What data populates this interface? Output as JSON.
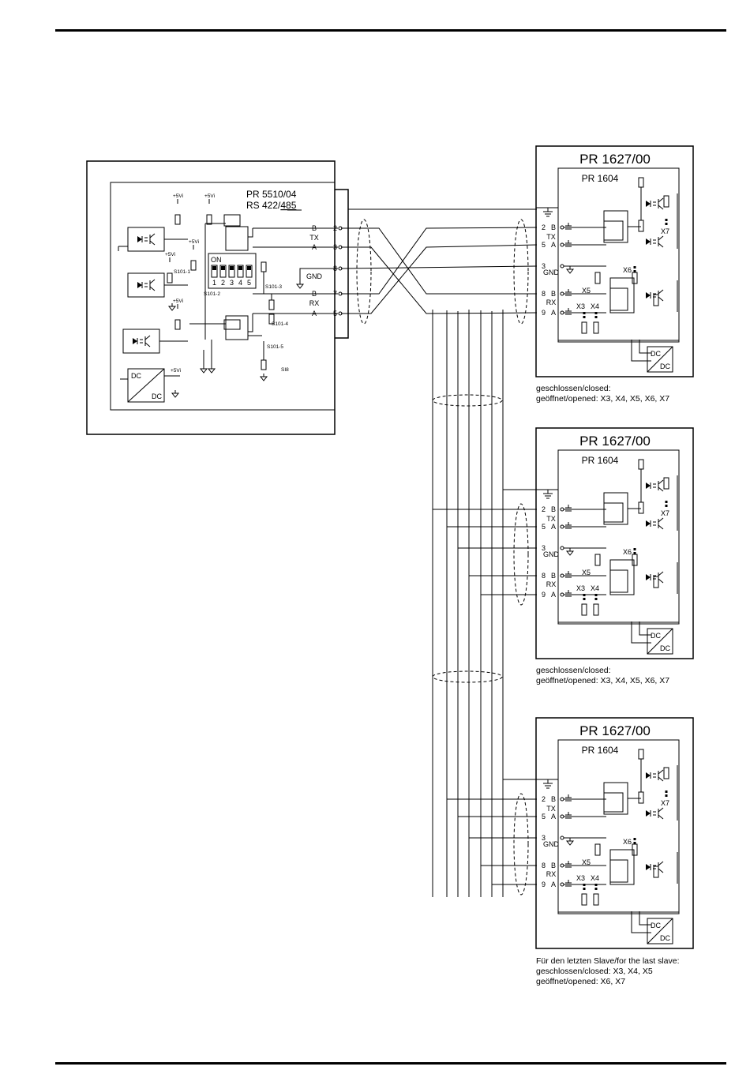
{
  "master": {
    "title": "PR 5510/04",
    "subtitle_prefix": "RS 422/",
    "subtitle_underlined": "485",
    "pins": [
      {
        "num": "2",
        "label": "B"
      },
      {
        "num": "",
        "label": "TX"
      },
      {
        "num": "3",
        "label": "A"
      },
      {
        "num": "8",
        "label": ""
      },
      {
        "num": "",
        "label": "GND"
      },
      {
        "num": "7",
        "label": "B"
      },
      {
        "num": "",
        "label": "RX"
      },
      {
        "num": "5",
        "label": "A"
      }
    ],
    "supply_label": "+5Vi",
    "dip_on": "ON",
    "dip_numbers": [
      "1",
      "2",
      "3",
      "4",
      "5"
    ],
    "switch_labels": [
      "S101-1",
      "S101-2",
      "S101-3",
      "S101-4",
      "S101-5"
    ],
    "s_label": "SI8",
    "dcdc_top": "DC",
    "dcdc_bottom": "DC"
  },
  "slaves": [
    {
      "title": "PR 1627/00",
      "subtitle": "PR 1604",
      "pins": [
        {
          "num": "2",
          "label": "B"
        },
        {
          "num": "",
          "label": "TX"
        },
        {
          "num": "5",
          "label": "A"
        },
        {
          "num": "3",
          "label": ""
        },
        {
          "num": "",
          "label": "GND"
        },
        {
          "num": "8",
          "label": "B"
        },
        {
          "num": "",
          "label": "RX"
        },
        {
          "num": "9",
          "label": "A"
        }
      ],
      "jumpers": [
        "X3",
        "X4",
        "X5",
        "X6",
        "X7"
      ],
      "dcdc_top": "DC",
      "dcdc_bottom": "DC",
      "note_lines": [
        "geschlossen/closed:",
        "geöffnet/opened: X3, X4, X5, X6, X7"
      ]
    },
    {
      "title": "PR 1627/00",
      "subtitle": "PR 1604",
      "pins": [
        {
          "num": "2",
          "label": "B"
        },
        {
          "num": "",
          "label": "TX"
        },
        {
          "num": "5",
          "label": "A"
        },
        {
          "num": "3",
          "label": ""
        },
        {
          "num": "",
          "label": "GND"
        },
        {
          "num": "8",
          "label": "B"
        },
        {
          "num": "",
          "label": "RX"
        },
        {
          "num": "9",
          "label": "A"
        }
      ],
      "jumpers": [
        "X3",
        "X4",
        "X5",
        "X6",
        "X7"
      ],
      "dcdc_top": "DC",
      "dcdc_bottom": "DC",
      "note_lines": [
        "geschlossen/closed:",
        "geöffnet/opened: X3, X4, X5, X6, X7"
      ]
    },
    {
      "title": "PR 1627/00",
      "subtitle": "PR 1604",
      "pins": [
        {
          "num": "2",
          "label": "B"
        },
        {
          "num": "",
          "label": "TX"
        },
        {
          "num": "5",
          "label": "A"
        },
        {
          "num": "3",
          "label": ""
        },
        {
          "num": "",
          "label": "GND"
        },
        {
          "num": "8",
          "label": "B"
        },
        {
          "num": "",
          "label": "RX"
        },
        {
          "num": "9",
          "label": "A"
        }
      ],
      "jumpers": [
        "X3",
        "X4",
        "X5",
        "X6",
        "X7"
      ],
      "dcdc_top": "DC",
      "dcdc_bottom": "DC",
      "note_lines": [
        "Für den letzten Slave/for the last slave:",
        "geschlossen/closed: X3, X4, X5",
        "geöffnet/opened: X6, X7"
      ]
    }
  ]
}
